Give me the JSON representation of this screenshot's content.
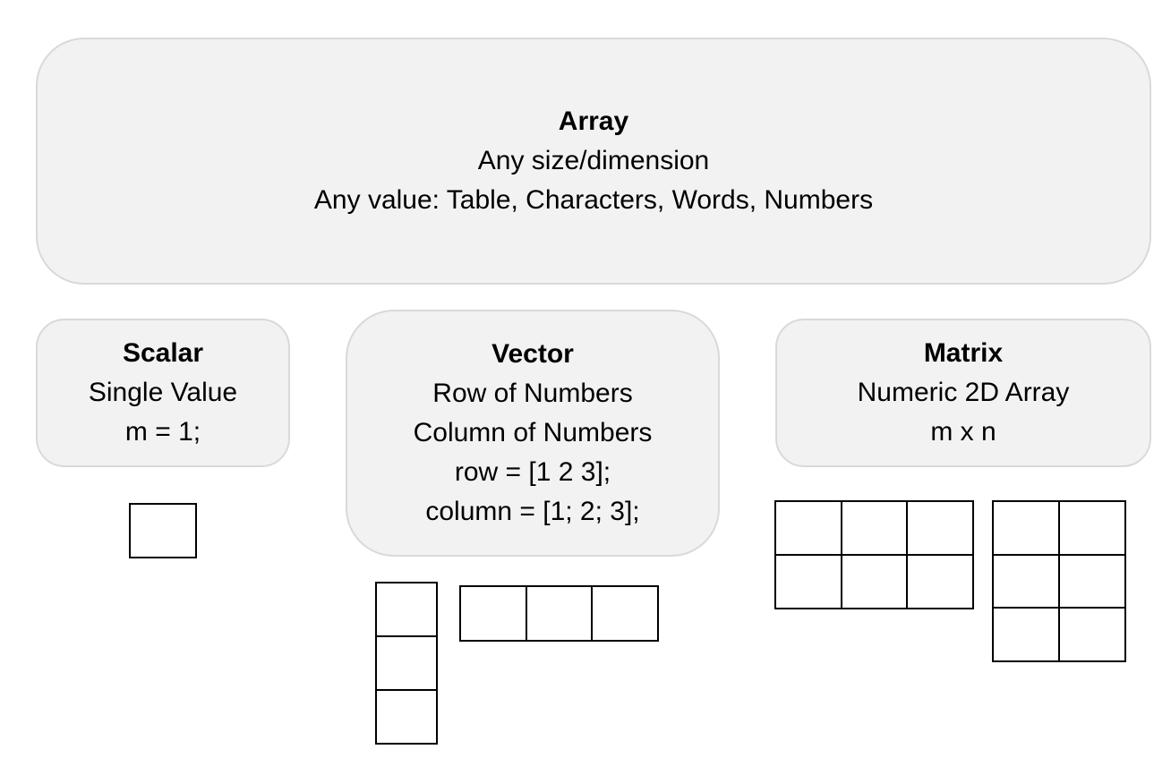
{
  "array": {
    "title": "Array",
    "line1": "Any size/dimension",
    "line2": "Any value: Table, Characters, Words, Numbers"
  },
  "scalar": {
    "title": "Scalar",
    "line1": "Single Value",
    "line2": "m = 1;"
  },
  "vector": {
    "title": "Vector",
    "line1": "Row of Numbers",
    "line2": "Column of Numbers",
    "line3": "row = [1 2 3];",
    "line4": "column = [1; 2; 3];"
  },
  "matrix": {
    "title": "Matrix",
    "line1": "Numeric 2D Array",
    "line2": "m x n"
  },
  "grids": {
    "scalar": {
      "rows": 1,
      "cols": 1
    },
    "vector_column": {
      "rows": 3,
      "cols": 1
    },
    "vector_row": {
      "rows": 1,
      "cols": 3
    },
    "matrix_2x3": {
      "rows": 2,
      "cols": 3
    },
    "matrix_3x2": {
      "rows": 3,
      "cols": 2
    }
  },
  "colors": {
    "box_fill": "#f2f2f2",
    "box_border": "#d9d9d9",
    "grid_line": "#000000"
  }
}
